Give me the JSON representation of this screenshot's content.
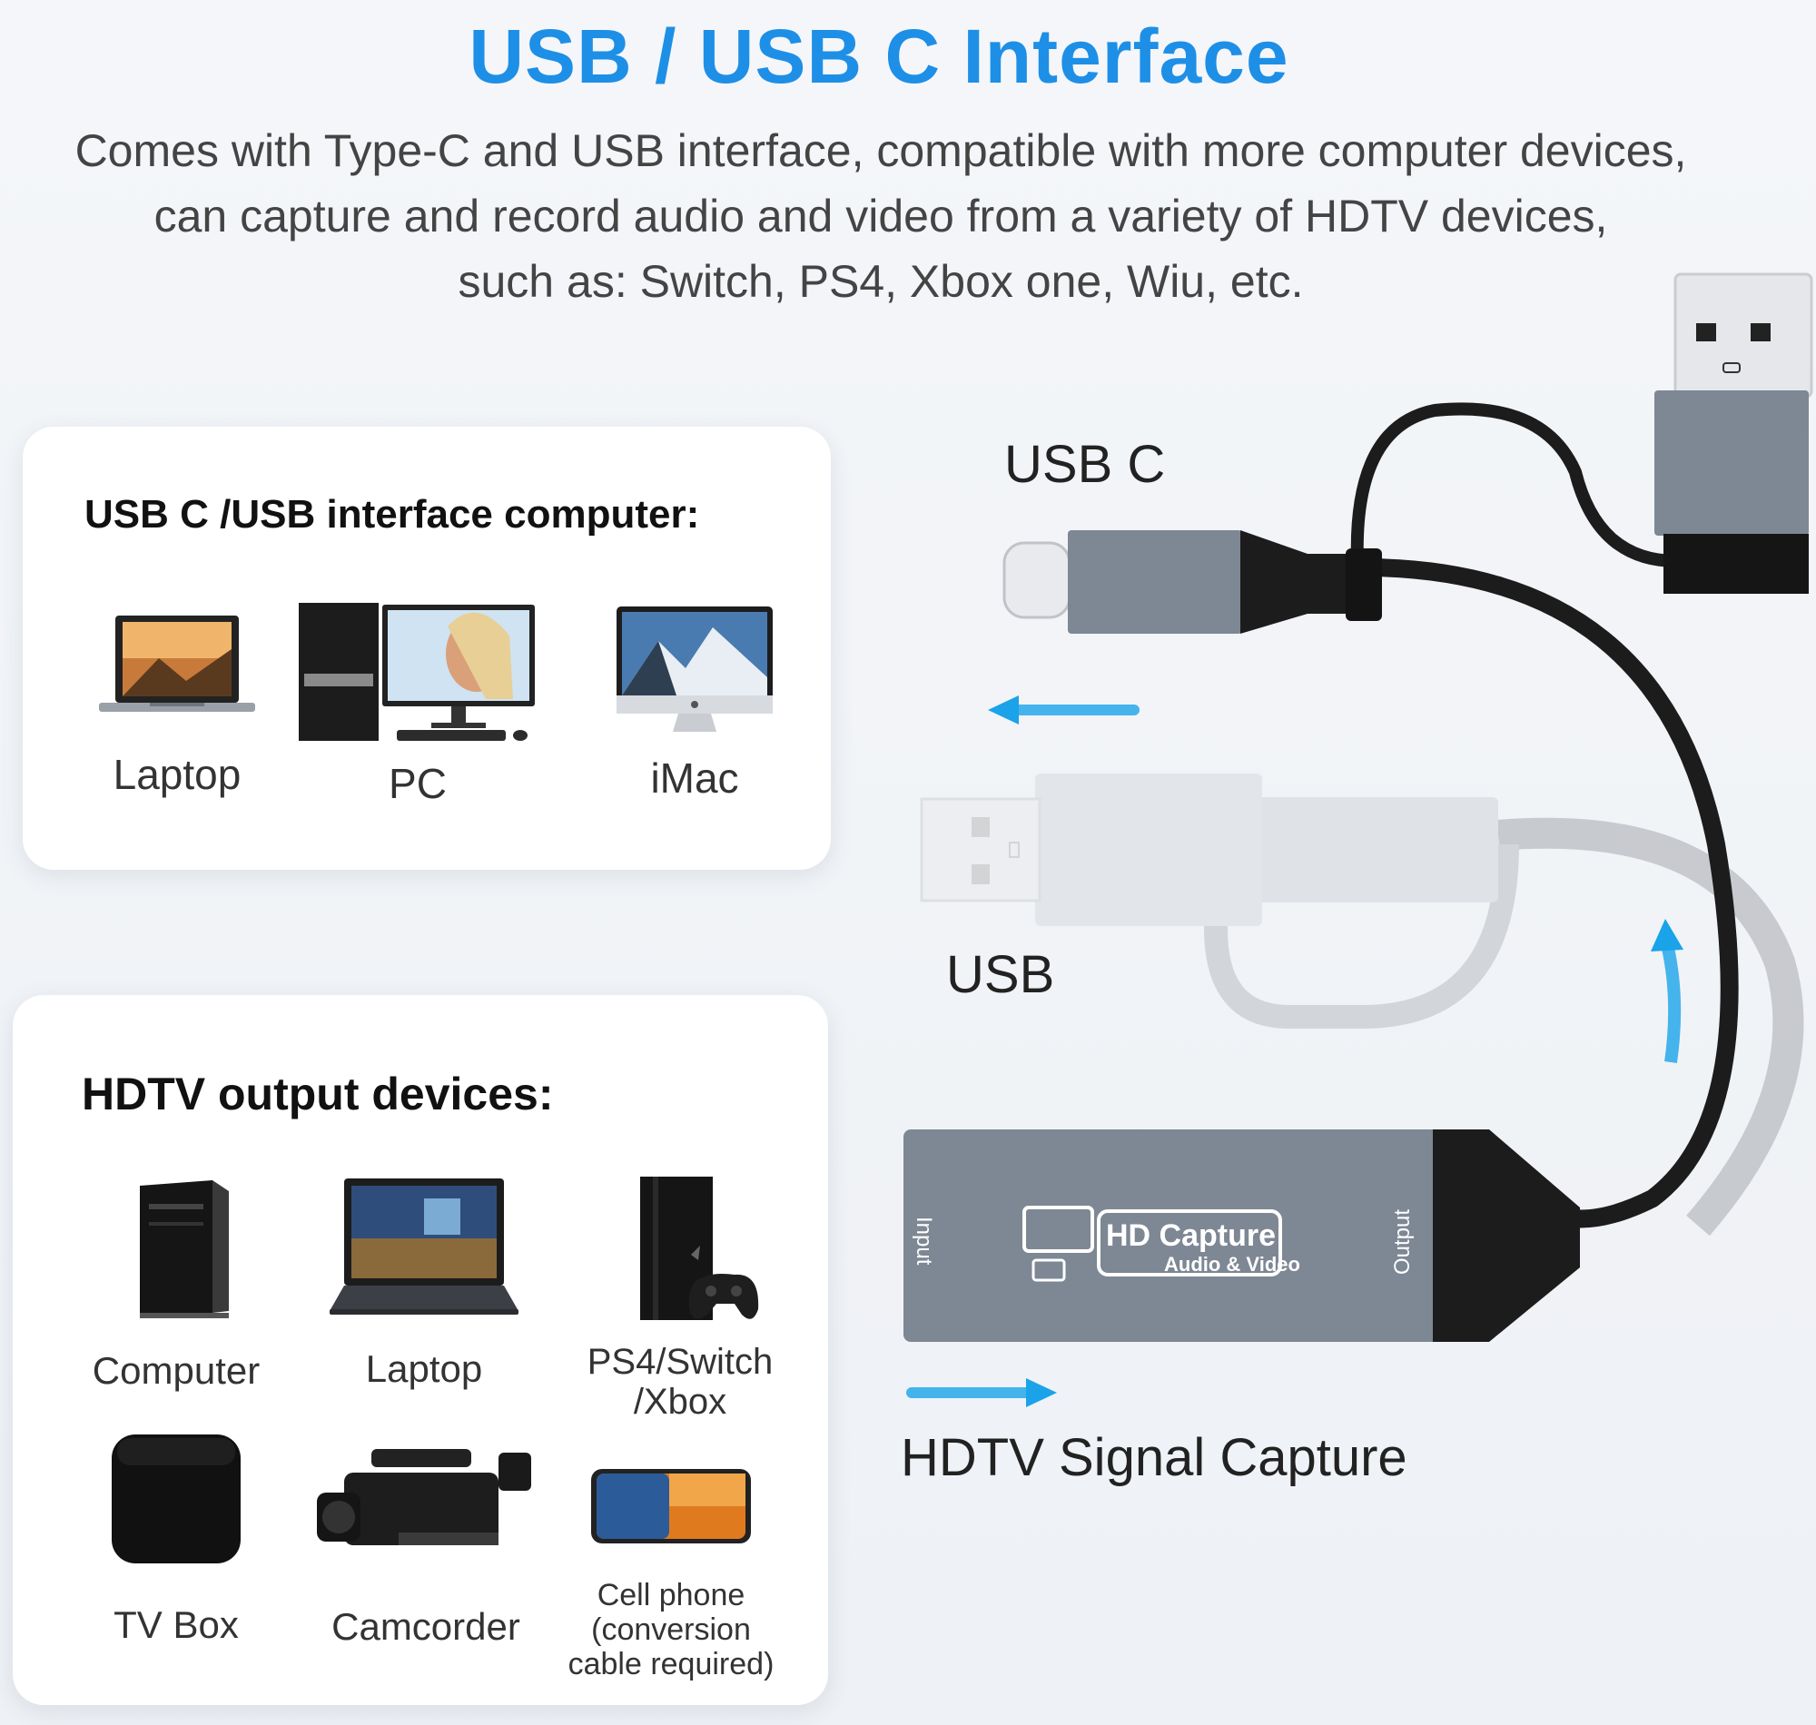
{
  "header": {
    "title": "USB / USB C Interface",
    "subtitle_lines": [
      "Comes with Type-C and USB interface, compatible with more computer devices,",
      "can capture and record audio and video from a variety of HDTV devices,",
      "such as: Switch, PS4, Xbox one, Wiu, etc."
    ]
  },
  "computer_panel": {
    "heading": "USB C /USB interface computer:",
    "devices": [
      {
        "label": "Laptop",
        "icon": "laptop-icon"
      },
      {
        "label": "PC",
        "icon": "desktop-pc-icon"
      },
      {
        "label": "iMac",
        "icon": "imac-icon"
      }
    ]
  },
  "hdtv_panel": {
    "heading": "HDTV output devices:",
    "devices": [
      {
        "label": "Computer",
        "icon": "tower-computer-icon"
      },
      {
        "label": "Laptop",
        "icon": "laptop-icon"
      },
      {
        "label_lines": [
          "PS4/Switch",
          "/Xbox"
        ],
        "icon": "game-console-icon"
      },
      {
        "label": "TV Box",
        "icon": "tv-box-icon"
      },
      {
        "label": "Camcorder",
        "icon": "camcorder-icon"
      },
      {
        "label_lines": [
          "Cell phone",
          "(conversion",
          "cable required)"
        ],
        "icon": "cell-phone-icon"
      }
    ]
  },
  "diagram": {
    "usb_c_label": "USB C",
    "usb_label": "USB",
    "signal_label": "HDTV Signal Capture",
    "device_title": "HD Capture",
    "device_subtitle": "Audio & Video",
    "input_label": "Input",
    "output_label": "Output"
  },
  "colors": {
    "title_blue": "#1e8fe6",
    "arrow_blue": "#1aa3e8",
    "metal_gray": "#7e8794",
    "cable_black": "#1c1c1c"
  }
}
